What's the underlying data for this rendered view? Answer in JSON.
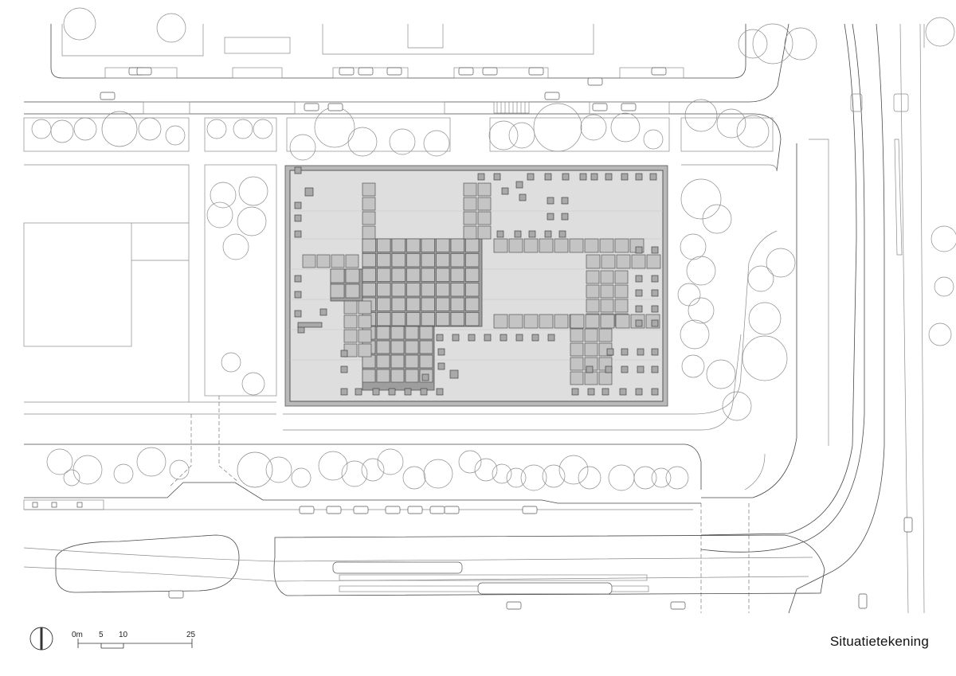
{
  "drawing_title": "Situatietekening",
  "scale_bar": {
    "labels": [
      "0m",
      "5",
      "10",
      "25"
    ]
  },
  "north_arrow_icon": "north-arrow-icon"
}
